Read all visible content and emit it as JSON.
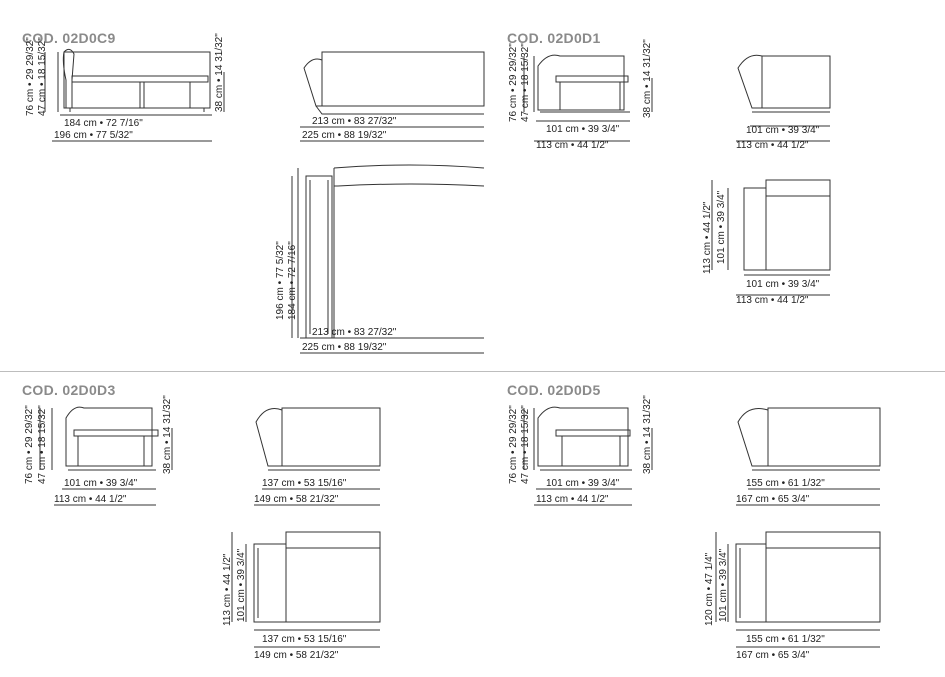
{
  "sections": [
    {
      "code": "COD. 02D0C9"
    },
    {
      "code": "COD. 02D0D1"
    },
    {
      "code": "COD. 02D0D3"
    },
    {
      "code": "COD. 02D0D5"
    }
  ],
  "dims": {
    "h_76": "76 cm • 29 29/32\"",
    "h_47": "47 cm • 18 15/32\"",
    "h_38": "38 cm • 14 31/32\"",
    "w_184": "184 cm • 72 7/16\"",
    "w_196": "196 cm • 77 5/32\"",
    "w_213": "213 cm • 83 27/32\"",
    "w_225": "225 cm • 88 19/32\"",
    "w_101": "101 cm • 39 3/4\"",
    "w_113": "113 cm • 44 1/2\"",
    "w_137": "137 cm • 53 15/16\"",
    "w_149": "149 cm • 58 21/32\"",
    "w_155": "155 cm • 61 1/32\"",
    "w_167": "167 cm • 65 3/4\"",
    "d_120": "120 cm • 47 1/4\""
  }
}
